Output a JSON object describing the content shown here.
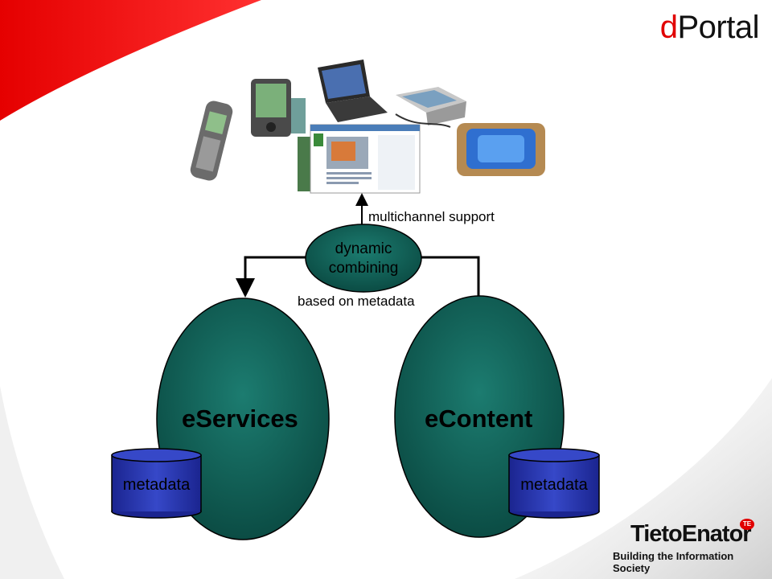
{
  "title": {
    "prefix": "d",
    "rest": "Portal"
  },
  "labels": {
    "multichannel": "multichannel support",
    "dynamic": "dynamic",
    "combining": "combining",
    "based_on": "based on metadata",
    "eservices": "eServices",
    "econtent": "eContent",
    "metadata_left": "metadata",
    "metadata_right": "metadata"
  },
  "logo": {
    "name": "TietoEnator",
    "badge": "TE",
    "tagline": "Building the Information Society"
  },
  "colors": {
    "accent_red": "#e10000",
    "ellipse_teal": "#0f5f55",
    "cylinder_blue": "#2a3ab0"
  },
  "icons": [
    "mobile-phone-icon",
    "pda-icon",
    "laptop-icon",
    "communicator-icon",
    "web-page-icon",
    "tv-icon"
  ]
}
